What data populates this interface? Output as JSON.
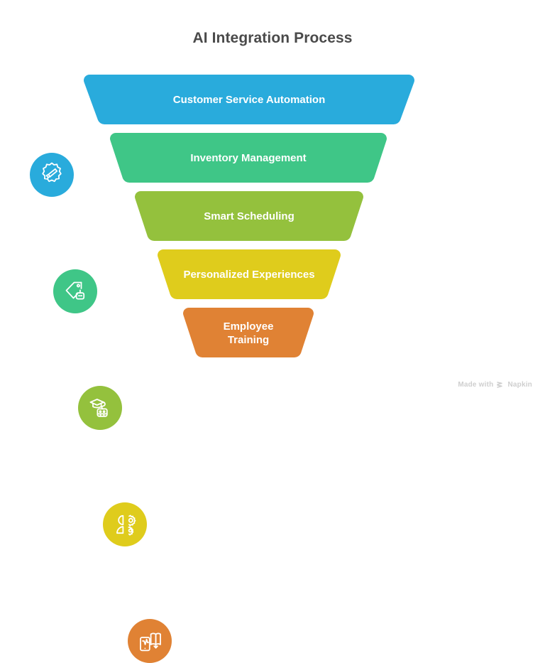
{
  "title": "AI Integration Process",
  "diagram": {
    "type": "funnel",
    "stage_count": 5,
    "stages": [
      {
        "label": "Customer Service Automation",
        "color": "#29ABDC",
        "icon": "badge-megaphone-icon",
        "order": 1
      },
      {
        "label": "Inventory Management",
        "color": "#3FC687",
        "icon": "price-tag-robot-icon",
        "order": 2
      },
      {
        "label": "Smart Scheduling",
        "color": "#94C13D",
        "icon": "graduation-robot-icon",
        "order": 3
      },
      {
        "label": "Personalized Experiences",
        "color": "#DFCC1C",
        "icon": "person-gear-icon",
        "order": 4
      },
      {
        "label": "Employee\nTraining",
        "color": "#E08234",
        "icon": "phone-book-icon",
        "order": 5
      }
    ]
  },
  "watermark": {
    "text_before": "Made with",
    "brand": "Napkin",
    "logo_icon": "napkin-chevron-logo",
    "color": "#cfcfcf"
  },
  "colors": {
    "background": "#ffffff",
    "title_text": "#4a4a4a",
    "band_text": "#ffffff"
  }
}
